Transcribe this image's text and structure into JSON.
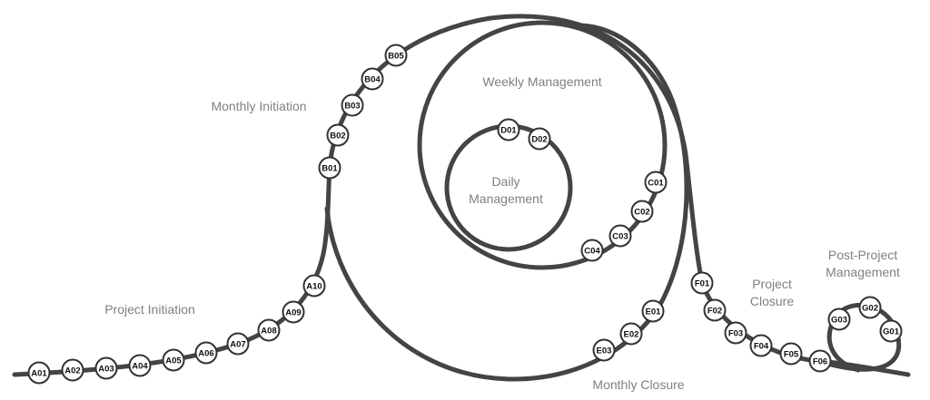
{
  "colors": {
    "line": "#444444",
    "node_fill": "#ffffff",
    "label": "#808080"
  },
  "labels": {
    "project_initiation": "Project Initiation",
    "monthly_initiation": "Monthly Initiation",
    "weekly_management": "Weekly Management",
    "daily_management_1": "Daily",
    "daily_management_2": "Management",
    "monthly_closure": "Monthly Closure",
    "project_closure_1": "Project",
    "project_closure_2": "Closure",
    "post_project_1": "Post-Project",
    "post_project_2": "Management"
  },
  "nodes": [
    "A01",
    "A02",
    "A03",
    "A04",
    "A05",
    "A06",
    "A07",
    "A08",
    "A09",
    "A10",
    "B01",
    "B02",
    "B03",
    "B04",
    "B05",
    "D01",
    "D02",
    "C01",
    "C02",
    "C03",
    "C04",
    "E01",
    "E02",
    "E03",
    "F01",
    "F02",
    "F03",
    "F04",
    "F05",
    "F06",
    "G01",
    "G02",
    "G03"
  ]
}
